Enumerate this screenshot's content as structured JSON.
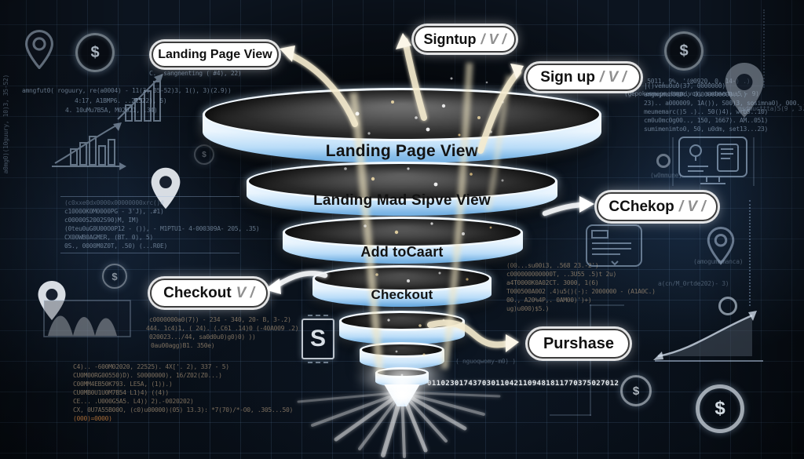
{
  "funnel": {
    "stages": [
      "Landing Page View",
      "Landing Mad Sipve View",
      "Add toCaart",
      "Checkout"
    ]
  },
  "callouts": {
    "landing": {
      "text": "Landing Page View",
      "suffix": ""
    },
    "signtup": {
      "text": "Signtup",
      "suffix": "/ V /"
    },
    "signup": {
      "text": "Sign up",
      "suffix": "/ V /"
    },
    "cchekop": {
      "text": "CChekop",
      "suffix": "/ V /"
    },
    "checkout": {
      "text": "Checkout",
      "suffix": "V /"
    },
    "purshase": {
      "text": "Purshase",
      "suffix": ""
    }
  },
  "decor": {
    "dollar": "$",
    "s_letter": "S",
    "number_string": "011023017437030110421109481811770375027012",
    "left_edge_vertical": "a0mg0)(10guury, 10)3, 35-52)",
    "sangnenting": "C. .sangnenting ( #4), 22)",
    "code_left": [
      "amngfut0( roguury, re(a0004) - 11(3, 35-52)3, 1(), 3)(2.9))",
      "4:17, A1BMP6. ..21522), 5)",
      "4. 10uMu7B5A, M02021, .34)"
    ],
    "code_midleft": [
      "(c0xxe0dx0000x00000000xrc()#",
      "c10000K0M0000PG - 3'J), .#1)",
      "c00000S2002S90)M, IM)",
      "(0teu0uG0U00O0P12 - ()), - M1PTU1- 4-000309A- 205, .35)",
      "CX00WB0AGMER, (BT. 0), 5)",
      "0S., 0000M0Z0T, .50) (...R0E)"
    ],
    "code_midbottom": [
      "c0000000a0(7)) - 234 - 340, 20- B, 3-.2)",
      "444. 1c4)1, ( 24). (.C61 .14)0 (-40A009 .2)",
      "020023.../44, sa0d0u0)g0)0) ))",
      "0au00agg)B1. 350e)"
    ],
    "code_bl": [
      "C4).. -600M02020, 22525). 4X['. 2), 337 - 5)",
      "CU0M00RG00550)D). S0000000), 16/Z02(Z0...)",
      "C00MM4EB50K793. LE5A, (1)).)",
      "CU0MB0U1U0M7B54 L1)4) ((4))",
      "CE... .U000G5A5. L4)) 2).-0020202)",
      "CX, 0U7A55B00O, (c0)u00000)(05) 13.3): *7(70)/*-O0, .305...50)",
      "(000)=0000)"
    ],
    "code_rfunnel": [
      "(00...su00i3, .568 23.-2')",
      "c000000000000T, ..3U55 .5)t 2u)",
      "a4T0000K0A02CT. 3000, 1(6)",
      "T000500A002 .4)u5()(-): 2000000 - (A1A0C.)",
      "00., A20%4P,. 0AM00)')+)",
      "ug)u000)$5.)"
    ],
    "code_tr": [
      "-g'), - f(p') - 5011, 9%, '(@0920, 0, 14-) .)",
      "(gepokemmapmctmgmivc), sadawstua5 - 9)"
    ],
    "code_tr_block": [
      "|()vemu0u0(37, 0000000)",
      "amgmgmum600c, 00000000000...)",
      "23).. a000009, 1A()), S00)3, sosimna0), 000. 30le,34)",
      "meumemarc()5 .).. 50()4), wrb5..10)",
      "cm0u0mc0g00.., 150, 1667). AM..051)",
      "sumimenimto0, 50, u0dm, set13...23)"
    ],
    "monitor_note": "msdmucttta)5(9 , 3.1)",
    "wmmune": "(w0mmune)",
    "amog": "(amogummmanca)",
    "acn": "a(cn/M_0rtde202)- 3)",
    "nguoq": "( nguoqwomy-m0) )"
  }
}
